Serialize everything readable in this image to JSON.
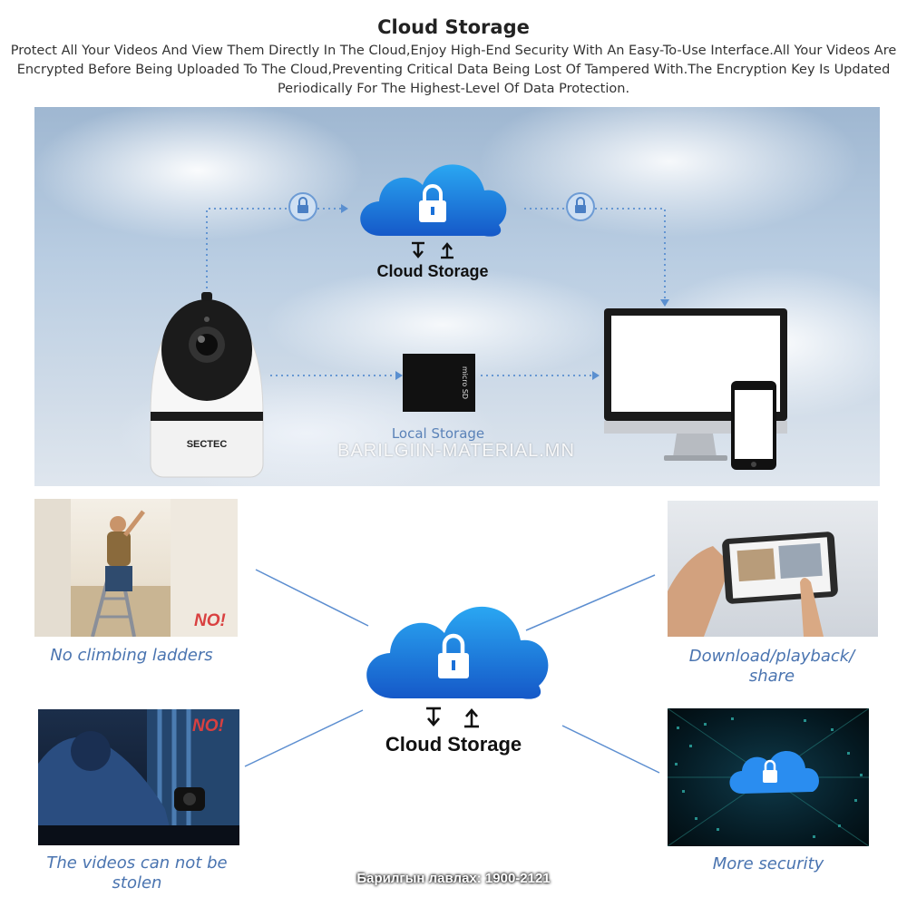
{
  "header": {
    "title": "Cloud Storage",
    "description": "Protect All Your Videos And View Them Directly In The Cloud,Enjoy High-End Security With An Easy-To-Use Interface.All Your Videos Are Encrypted Before Being Uploaded To The Cloud,Preventing Critical Data Being Lost Of Tampered With.The Encryption Key Is Updated Periodically For The Highest-Level Of Data Protection."
  },
  "hero": {
    "cloud_label": "Cloud Storage",
    "local_label": "Local Storage",
    "camera_brand": "SECTEC",
    "sd_card_text": "micro SD",
    "watermark": "BARILGIIN-MATERIAL.MN"
  },
  "features": {
    "ladders": {
      "caption": "No climbing ladders",
      "badge": "NO!"
    },
    "stolen": {
      "caption": "The videos can not be stolen",
      "badge": "NO!"
    },
    "download": {
      "caption": "Download/playback/ share"
    },
    "security": {
      "caption": "More security"
    }
  },
  "center": {
    "label": "Cloud Storage"
  },
  "footer": {
    "text": "Барилгын лавлах: 1900-2121"
  },
  "colors": {
    "cloud_blue": "#1a7de0",
    "caption_blue": "#4a74b0",
    "badge_red": "#d94040"
  }
}
